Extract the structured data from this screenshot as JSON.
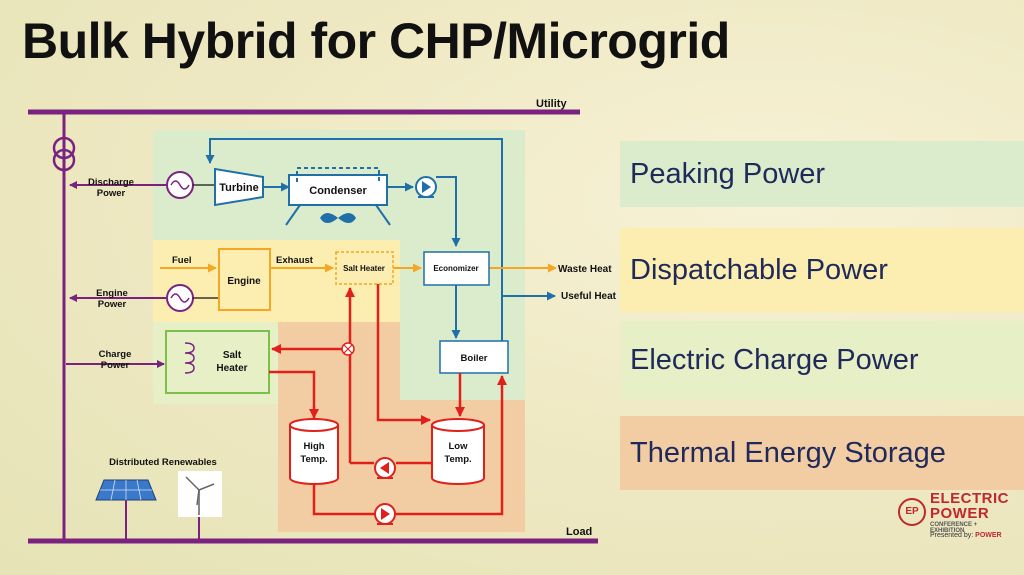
{
  "title": "Bulk Hybrid for CHP/Microgrid",
  "lines": {
    "utility": "Utility",
    "load": "Load"
  },
  "outputs": {
    "discharge_power": [
      "Discharge",
      "Power"
    ],
    "engine_power": [
      "Engine",
      "Power"
    ],
    "charge_power": [
      "Charge",
      "Power"
    ]
  },
  "components": {
    "turbine": "Turbine",
    "condenser": "Condenser",
    "engine": "Engine",
    "salt_heater_top": "Salt Heater",
    "economizer": "Economizer",
    "boiler": "Boiler",
    "salt_heater_bottom": [
      "Salt",
      "Heater"
    ],
    "high_temp": [
      "High",
      "Temp."
    ],
    "low_temp": [
      "Low",
      "Temp."
    ]
  },
  "flows": {
    "fuel": "Fuel",
    "exhaust": "Exhaust",
    "waste_heat": "Waste Heat",
    "useful_heat": "Useful Heat"
  },
  "distributed_renewables": "Distributed Renewables",
  "legend": {
    "peaking": "Peaking Power",
    "dispatchable": "Dispatchable Power",
    "charge": "Electric Charge Power",
    "thermal": "Thermal Energy Storage"
  },
  "colors": {
    "purple": "#7b2281",
    "blue": "#1f6fa8",
    "orange": "#f5a623",
    "red": "#e0201b",
    "green": "#7cbf4a",
    "zone_peaking": "#dbeccd",
    "zone_dispatch": "#fbeeb0",
    "zone_charge": "#e6efc6",
    "zone_thermal": "#f2cda3"
  },
  "logo": {
    "mark": "EP",
    "line1": "ELECTRIC",
    "line2": "POWER",
    "line3": "CONFERENCE + EXHIBITION",
    "line4": "Presented by:",
    "line5": "POWER"
  }
}
